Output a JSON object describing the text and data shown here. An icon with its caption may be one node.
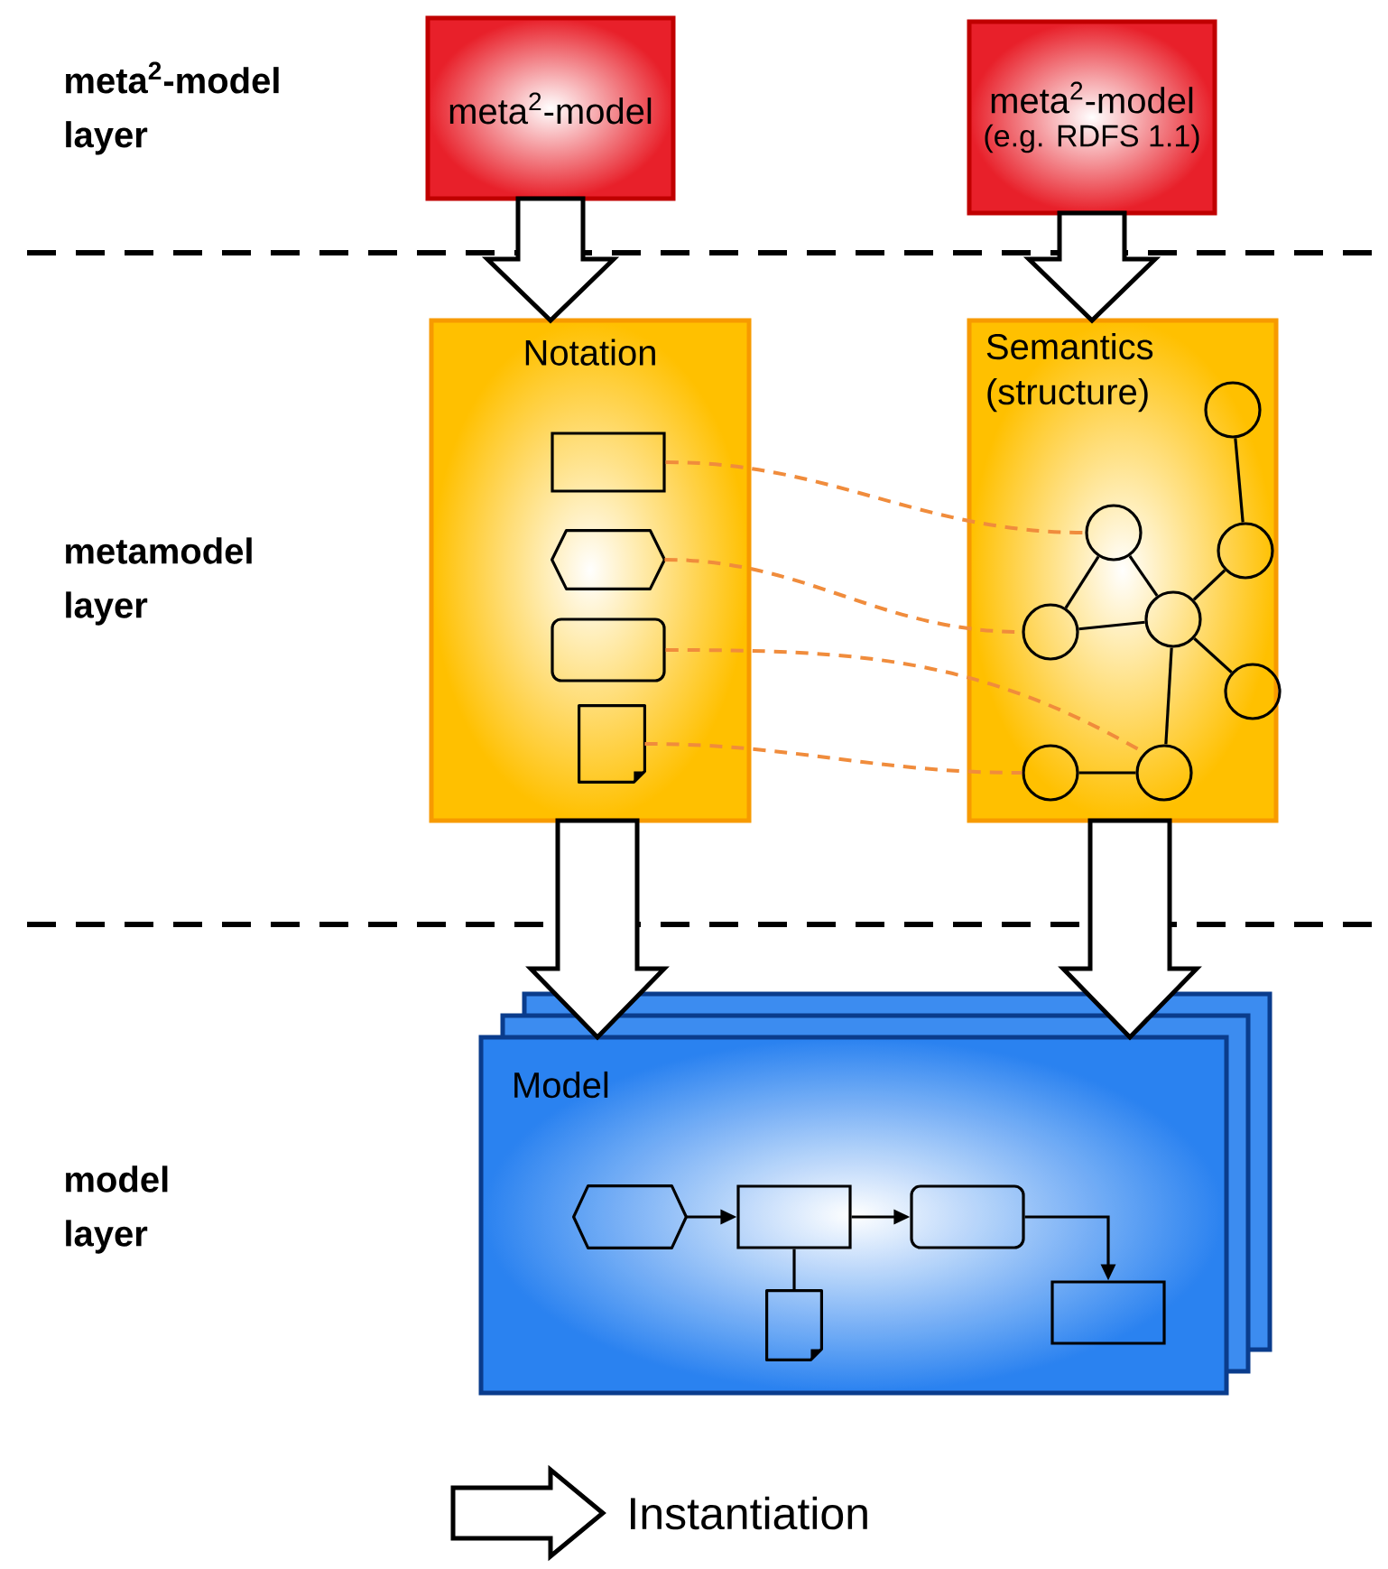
{
  "diagram": {
    "nodes": [
      {
        "text": [
          "meta$^{2}$-model"
        ]
      },
      {
        "text": [
          "meta$^{2}$-model",
          "(e.g. RDFS 1.1)"
        ]
      },
      {
        "text": [
          "Notation"
        ]
      },
      {
        "text": [
          "Semantics (structure)"
        ]
      },
      {
        "text": [],
        "shape": "box",
        "in": 2
      },
      {
        "text": [],
        "shape": "hexagon",
        "in": 2
      },
      {
        "text": [],
        "shape": "box",
        "in": 2
      },
      {
        "text": [],
        "shape": "document",
        "in": 2
      },
      {
        "text": [],
        "shape": "circle",
        "in": 3
      },
      {
        "text": [],
        "shape": "circle",
        "in": 3
      },
      {
        "text": [],
        "shape": "circle",
        "in": 3
      },
      {
        "text": [],
        "shape": "circle",
        "in": 3
      },
      {
        "text": [],
        "shape": "circle",
        "in": 3
      },
      {
        "text": [],
        "shape": "circle",
        "in": 3
      },
      {
        "text": [],
        "shape": "circle",
        "in": 3
      },
      {
        "text": [],
        "shape": "circle",
        "in": 3
      },
      {
        "text": [
          "Model"
        ]
      },
      {
        "text": [],
        "shape": "hexagon",
        "in": 16
      },
      {
        "text": [],
        "shape": "box",
        "in": 16
      },
      {
        "text": [],
        "shape": "box",
        "in": 16
      },
      {
        "text": [],
        "shape": "document",
        "in": 16
      },
      {
        "text": [],
        "shape": "box",
        "in": 16
      }
    ],
    "edges": [
      {
        "from": 0,
        "to": 2,
        "arrow": "to",
        "style": "thick"
      },
      {
        "from": 1,
        "to": 3,
        "arrow": "to",
        "style": "thick"
      },
      {
        "from": 2,
        "to": 16,
        "arrow": "to",
        "style": "thick"
      },
      {
        "from": 3,
        "to": 16,
        "arrow": "to",
        "style": "thick"
      },
      {
        "from": 4,
        "to": 9,
        "arrow": "none",
        "style": "dashed",
        "color": "#f08c3c"
      },
      {
        "from": 5,
        "to": 11,
        "arrow": "none",
        "style": "dashed",
        "color": "#f08c3c"
      },
      {
        "from": 6,
        "to": 15,
        "arrow": "none",
        "style": "dashed",
        "color": "#f08c3c"
      },
      {
        "from": 7,
        "to": 14,
        "arrow": "none",
        "style": "dashed",
        "color": "#f08c3c"
      },
      {
        "from": 8,
        "to": 10,
        "arrow": "none"
      },
      {
        "from": 9,
        "to": 11,
        "arrow": "none"
      },
      {
        "from": 9,
        "to": 12,
        "arrow": "none"
      },
      {
        "from": 11,
        "to": 12,
        "arrow": "none"
      },
      {
        "from": 12,
        "to": 10,
        "arrow": "none"
      },
      {
        "from": 12,
        "to": 13,
        "arrow": "none"
      },
      {
        "from": 12,
        "to": 15,
        "arrow": "none"
      },
      {
        "from": 14,
        "to": 15,
        "arrow": "none"
      },
      {
        "from": 17,
        "to": 18,
        "arrow": "to"
      },
      {
        "from": 18,
        "to": 19,
        "arrow": "to"
      },
      {
        "from": 19,
        "to": 21,
        "arrow": "to"
      },
      {
        "from": 18,
        "to": 20,
        "arrow": "none"
      }
    ],
    "labels": [
      "meta$^{2}$-model layer",
      "metamodel layer",
      "model layer"
    ],
    "legend": [
      {
        "text": "Instantiation"
      }
    ]
  }
}
